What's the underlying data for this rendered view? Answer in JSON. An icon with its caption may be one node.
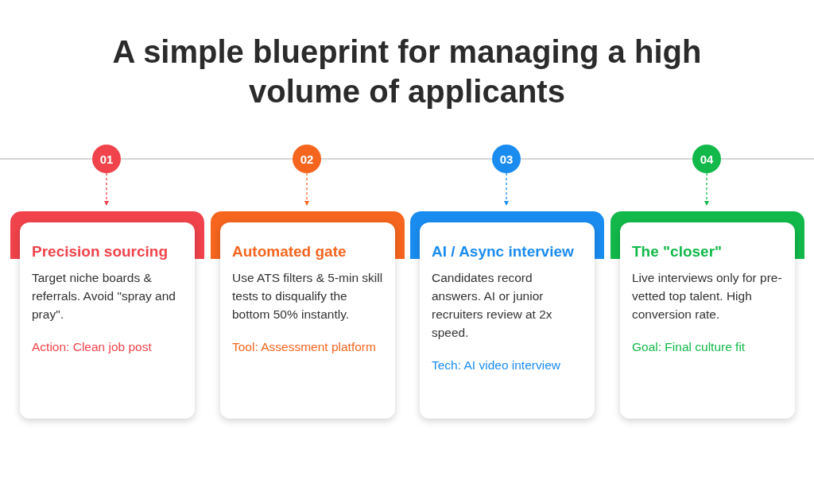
{
  "diagram": {
    "title": "A simple blueprint for managing a high volume of applicants",
    "nodes": [
      {
        "text": [
          "01"
        ]
      },
      {
        "text": [
          "Precision sourcing",
          "Target niche boards & referrals. Avoid \"spray and pray\".",
          "Action: Clean job post"
        ]
      },
      {
        "text": [
          "02"
        ]
      },
      {
        "text": [
          "Automated gate",
          "Use ATS filters & 5-min skill tests to disqualify the bottom 50% instantly.",
          "Tool: Assessment platform"
        ]
      },
      {
        "text": [
          "03"
        ]
      },
      {
        "text": [
          "AI / Async interview",
          "Candidates record answers. AI or junior recruiters review at 2x speed.",
          "Tech: AI video interview"
        ]
      },
      {
        "text": [
          "04"
        ]
      },
      {
        "text": [
          "The \"closer\"",
          "Live interviews only for pre-vetted top talent. High conversion rate.",
          "Goal: Final culture fit"
        ]
      }
    ],
    "edges": [
      {
        "from": 0,
        "to": 1,
        "arrow": "to",
        "style": "dashed",
        "color": "#f0434b"
      },
      {
        "from": 2,
        "to": 3,
        "arrow": "to",
        "style": "dashed",
        "color": "#f5651e"
      },
      {
        "from": 4,
        "to": 5,
        "arrow": "to",
        "style": "dashed",
        "color": "#1a8cf0"
      },
      {
        "from": 6,
        "to": 7,
        "arrow": "to",
        "style": "dashed",
        "color": "#12b94a"
      }
    ]
  }
}
